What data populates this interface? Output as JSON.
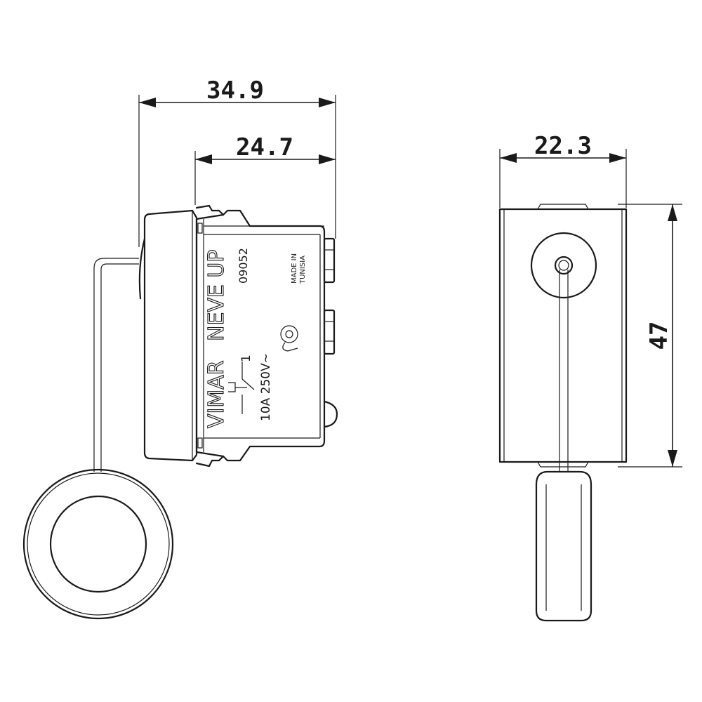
{
  "dimensions": {
    "overall_depth": "34.9",
    "body_depth": "24.7",
    "width": "22.3",
    "height": "47"
  },
  "side_view_markings": {
    "brand": "VIMAR",
    "series": "NEVE UP",
    "code": "09052",
    "rating": "10A  250V~",
    "origin_line1": "MADE IN",
    "origin_line2": "TUNISIA",
    "contact_label": "1"
  }
}
